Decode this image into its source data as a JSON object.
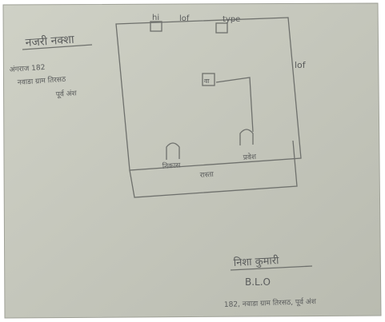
{
  "title": "नजरी नक्शा",
  "notes": [
    "अंगराज 182",
    "नवाडा ग्राम तिरसठ",
    "पूर्व अंश"
  ],
  "top_marks": {
    "left": "hi",
    "middle": "lof",
    "right": "type"
  },
  "side_mark": "lof",
  "center_mark": "वा",
  "bottom_labels": {
    "left": "निकास",
    "right": "प्रवेश"
  },
  "road_label": "रास्ता",
  "signature": {
    "name": "निशा कुमारी",
    "role": "B.L.O",
    "address": "182, नवाडा ग्राम तिरसठ, पूर्व अंश"
  }
}
